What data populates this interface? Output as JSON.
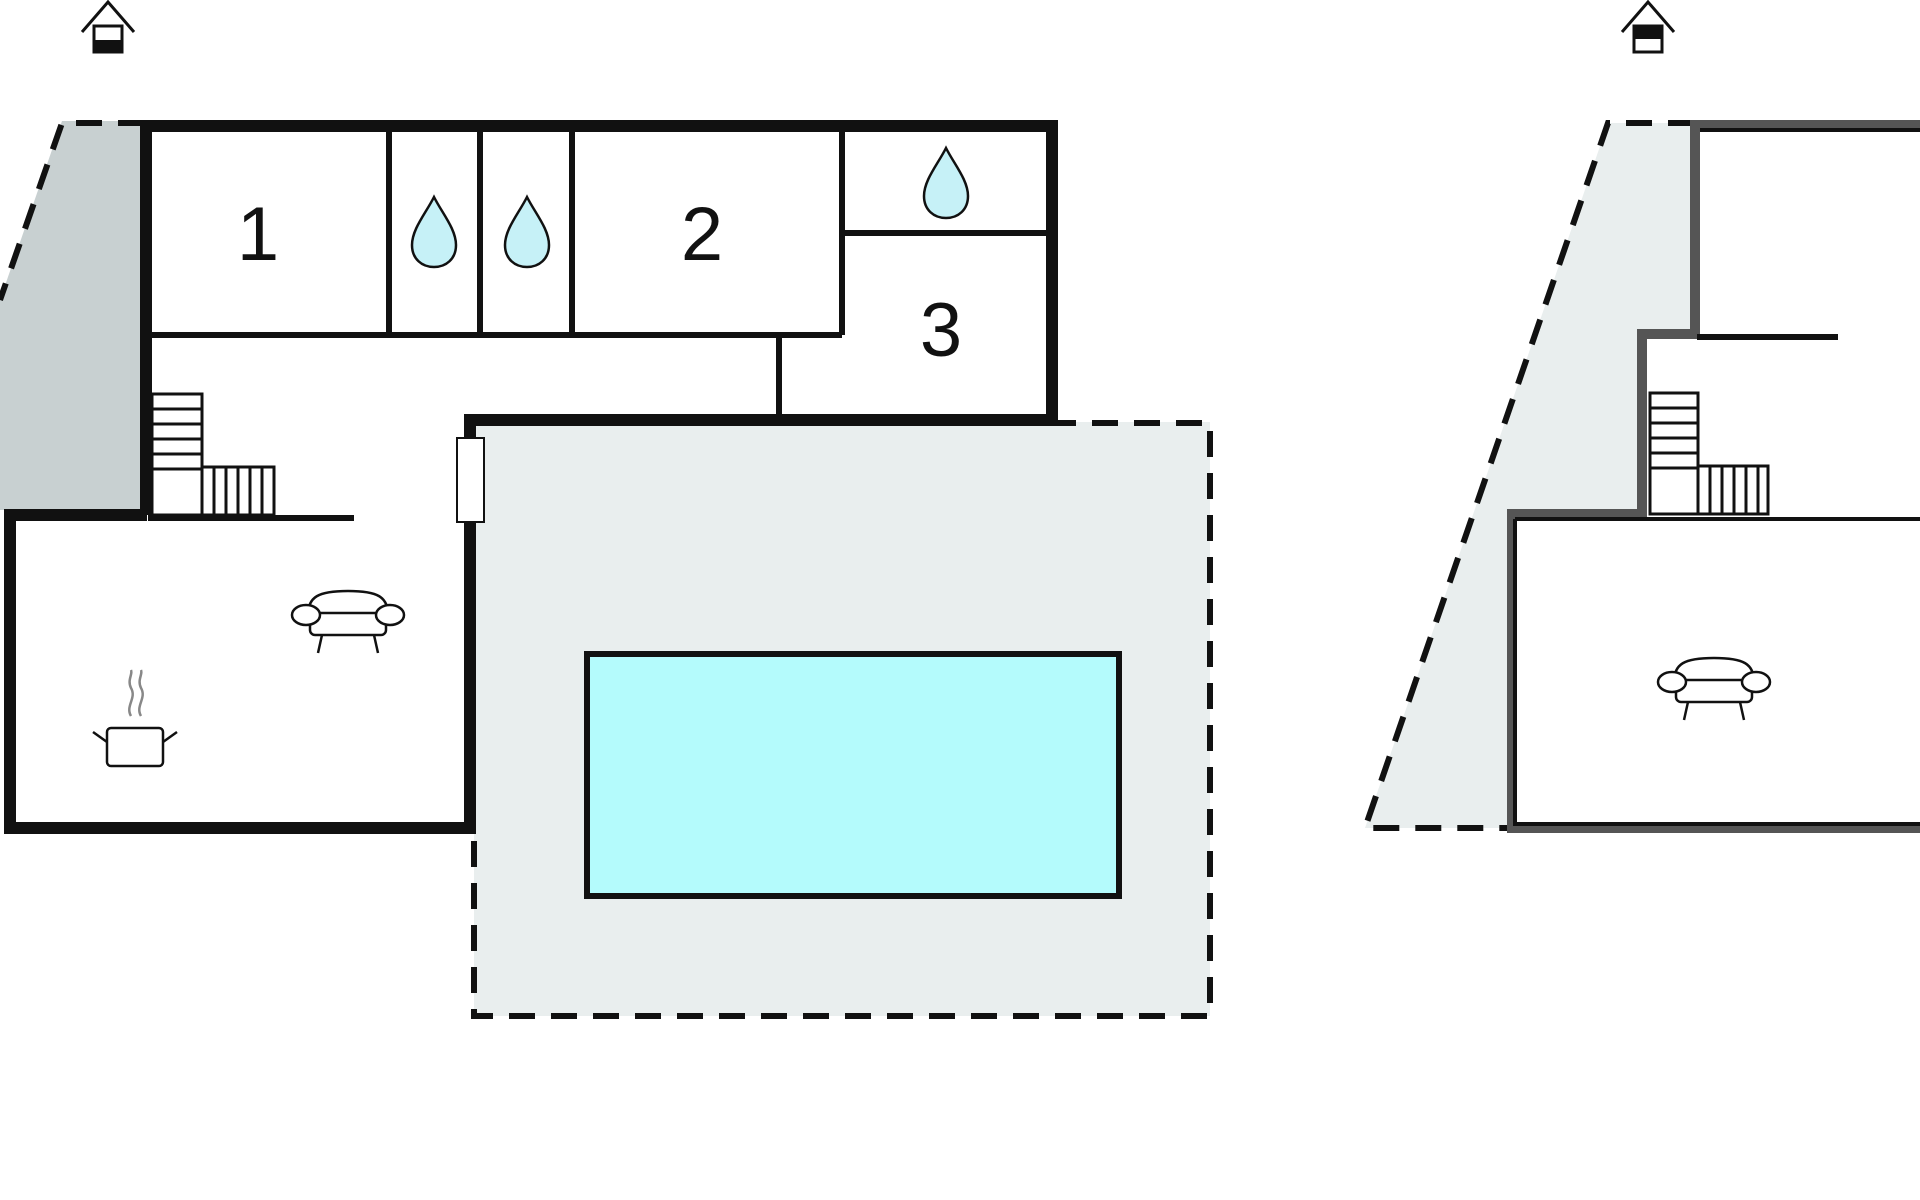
{
  "plans": [
    {
      "floor": "ground",
      "floor_icon": "house-ground-floor-icon",
      "rooms": [
        {
          "label": "1",
          "type": "bedroom"
        },
        {
          "label": "2",
          "type": "bedroom"
        },
        {
          "label": "3",
          "type": "bedroom"
        }
      ],
      "bathrooms": 3,
      "icons": [
        "bathroom-drop-icon",
        "sofa-icon",
        "kitchen-pot-icon",
        "stairs-icon",
        "door-icon"
      ],
      "outdoor": [
        "terrace",
        "pool"
      ]
    },
    {
      "floor": "upper",
      "floor_icon": "house-upper-floor-icon",
      "icons": [
        "sofa-icon",
        "stairs-icon"
      ],
      "outdoor": [
        "terrace"
      ]
    }
  ],
  "colors": {
    "wall": "#111111",
    "upper_wall": "#555555",
    "terrace": "#e9eeee",
    "garden_side": "#c8d0d1",
    "pool": "#b4fbfc",
    "water_drop": "#c6f1f7",
    "background": "#ffffff"
  }
}
